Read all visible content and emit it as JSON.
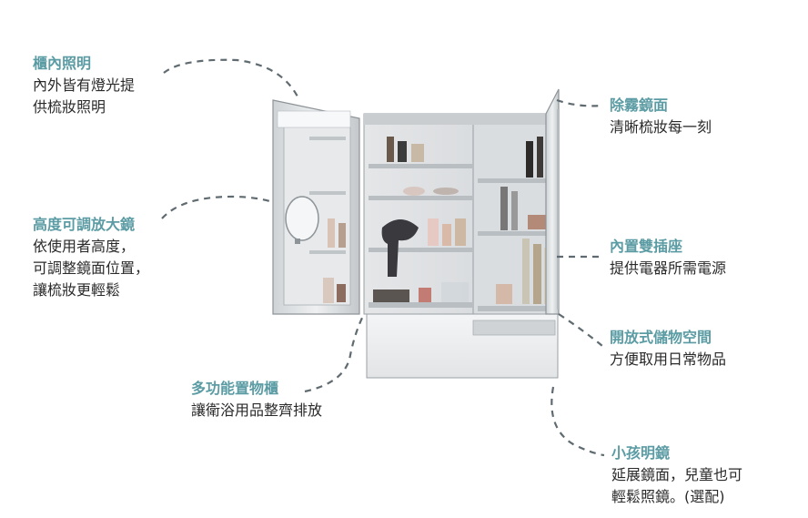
{
  "callouts": [
    {
      "id": "lighting",
      "title": "櫃內照明",
      "lines": [
        "內外皆有燈光提",
        "供梳妝照明"
      ]
    },
    {
      "id": "magnifier",
      "title": "高度可調放大鏡",
      "lines": [
        "依使用者高度，",
        "可調整鏡面位置，",
        "讓梳妝更輕鬆"
      ]
    },
    {
      "id": "storage",
      "title": "多功能置物櫃",
      "lines": [
        "讓衛浴用品整齊排放"
      ]
    },
    {
      "id": "defog",
      "title": "除霧鏡面",
      "lines": [
        "清晰梳妝每一刻"
      ]
    },
    {
      "id": "socket",
      "title": "內置雙插座",
      "lines": [
        "提供電器所需電源"
      ]
    },
    {
      "id": "open-shelf",
      "title": "開放式儲物空間",
      "lines": [
        "方便取用日常物品"
      ]
    },
    {
      "id": "kids-mirror",
      "title": "小孩明鏡",
      "lines": [
        "延展鏡面，兒童也可",
        "輕鬆照鏡。(選配)"
      ]
    }
  ],
  "colors": {
    "title": "#5b9ca4",
    "text": "#2a2a2a",
    "leader": "#5f6b70"
  }
}
